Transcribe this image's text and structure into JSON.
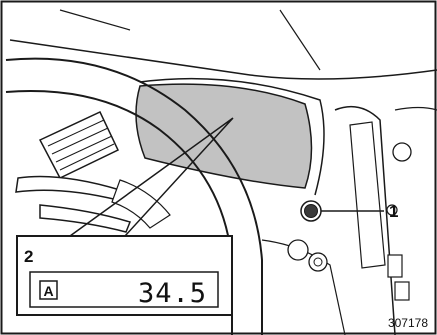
{
  "callouts": {
    "button_number": "1",
    "display_number": "2"
  },
  "display": {
    "trip_indicator": "A",
    "odometer_value": "34.5"
  },
  "figure_id": "307178",
  "colors": {
    "line": "#1a1a1a",
    "cluster_fill": "#c2c2c2",
    "button_fill": "#3a3a3a"
  }
}
